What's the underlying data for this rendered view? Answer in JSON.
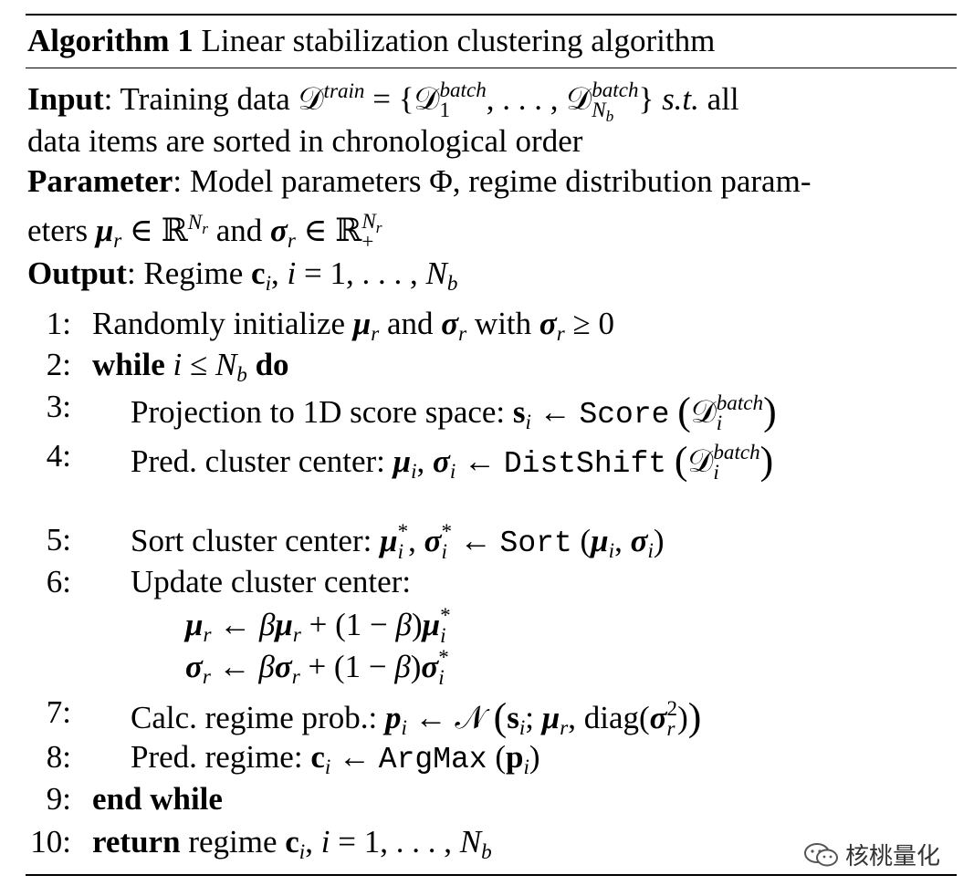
{
  "algorithm": {
    "label": "Algorithm 1",
    "title": "Linear stabilization clustering algorithm"
  },
  "header": {
    "input_label": "Input",
    "input_text_1": ": Training data",
    "input_text_2": "s.t.",
    "input_text_3": "all",
    "input_text_4": "data items are sorted in chronological order",
    "param_label": "Parameter",
    "param_text_1": ": Model parameters Φ, regime distribution param-",
    "param_text_2": "eters",
    "param_text_3": "and",
    "output_label": "Output",
    "output_text": ": Regime"
  },
  "steps": {
    "n1": "1:",
    "n2": "2:",
    "n3": "3:",
    "n4": "4:",
    "n5": "5:",
    "n6": "6:",
    "n7": "7:",
    "n8": "8:",
    "n9": "9:",
    "n10": "10:",
    "s1a": "Randomly initialize",
    "s1b": "and",
    "s1c": "with",
    "s2_kw": "while",
    "s2_do": "do",
    "s3": "Projection to 1D score space:",
    "s3_fn": "Score",
    "s4": "Pred. cluster center:",
    "s4_fn": "DistShift",
    "s5": "Sort cluster center:",
    "s5_fn": "Sort",
    "s6": "Update cluster center:",
    "s7": "Calc. regime prob.:",
    "s7_diag": "diag",
    "s8": "Pred. regime:",
    "s8_fn": "ArgMax",
    "s9": "end while",
    "s10_kw": "return",
    "s10": "regime"
  },
  "watermark": {
    "text": "核桃量化",
    "icon": "wechat-icon"
  }
}
